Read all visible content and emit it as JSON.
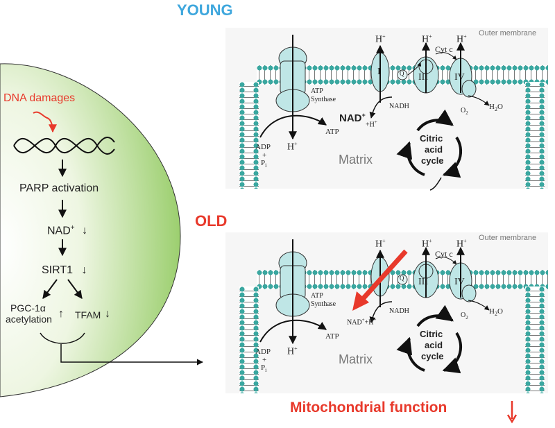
{
  "titles": {
    "young": "YOUNG",
    "old": "OLD"
  },
  "colors": {
    "young_title": "#3fa7dd",
    "old_title": "#e8392b",
    "cell": "#9ccf6f",
    "membrane_head": "#3aa7a0",
    "protein": "#bfe6e6",
    "arrow_red": "#e8392b"
  },
  "pathway": {
    "dna_damages": "DNA damages",
    "parp": "PARP activation",
    "nad": "NAD",
    "nad_sup": "+",
    "sirt1": "SIRT1",
    "pgc_line1": "PGC-1α",
    "pgc_line2": "acetylation",
    "tfam": "TFAM",
    "down": "↓",
    "up": "↑"
  },
  "mito": {
    "outer_membrane": "Outer membrane",
    "h": "H",
    "plus": "+",
    "atp_synthase_1": "ATP",
    "atp_synthase_2": "Synthase",
    "nad_plus": "NAD",
    "plus_h": "+H",
    "nadh": "NADH",
    "atp": "ATP",
    "adp": "ADP",
    "p": "P",
    "p_sub": "i",
    "matrix": "Matrix",
    "cycle_1": "Citric",
    "cycle_2": "acid",
    "cycle_3": "cycle",
    "complex_1": "I",
    "complex_3": "III",
    "complex_4": "IV",
    "q": "Q",
    "cytc": "Cyt c",
    "o2": "O",
    "o2_sub": "2",
    "h2o": "H",
    "h2o_sub": "2",
    "h2o_o": "O"
  },
  "footer": {
    "mito_function": "Mitochondrial function",
    "down": "↓"
  }
}
